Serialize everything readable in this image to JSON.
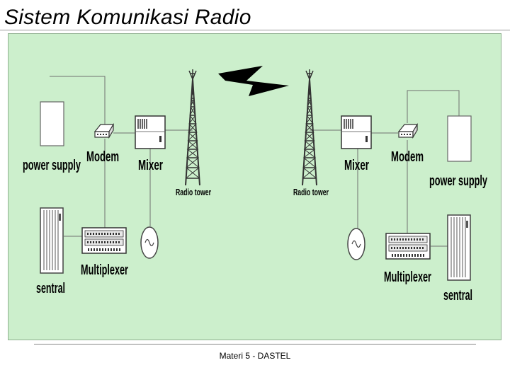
{
  "title": "Sistem Komunikasi Radio",
  "footer": "Materi 5 - DASTEL",
  "labels": {
    "power_supply": "power supply",
    "modem": "Modem",
    "mixer": "Mixer",
    "radio_tower": "Radio tower",
    "multiplexer": "Multiplexer",
    "sentral": "sentral"
  },
  "colors": {
    "panel_background": "#ccefcc",
    "line": "#707070"
  },
  "icons": [
    "power-supply-box",
    "modem-device",
    "mixer-unit",
    "radio-tower",
    "lightning-bolt",
    "oscillator-circle",
    "multiplexer-panel",
    "central-cabinet"
  ]
}
